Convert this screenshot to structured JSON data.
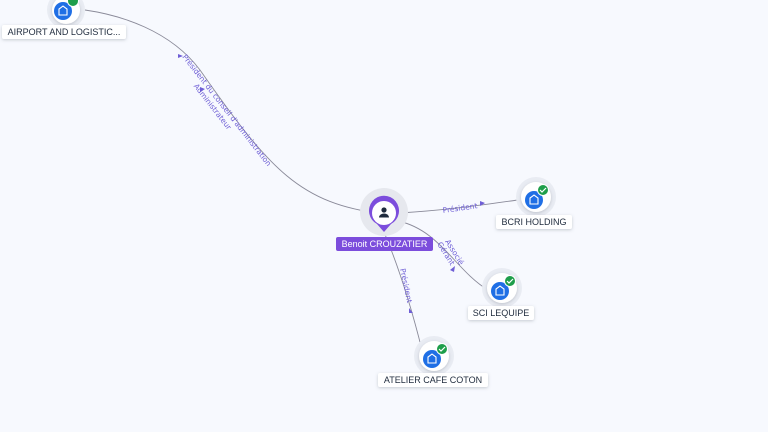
{
  "colors": {
    "person_accent": "#7c4ddc",
    "company_icon": "#1f6fe5",
    "verified_badge": "#1e9e4a",
    "relation_label": "#6f5fd6",
    "edge": "#8a8a99"
  },
  "person": {
    "name": "Benoit CROUZATIER",
    "icon": "person-icon"
  },
  "companies": [
    {
      "id": "airport",
      "name": "AIRPORT AND LOGISTIC...",
      "icon": "building-icon",
      "verified": true
    },
    {
      "id": "bcri",
      "name": "BCRI HOLDING",
      "icon": "building-icon",
      "verified": true
    },
    {
      "id": "sci",
      "name": "SCI LEQUIPE",
      "icon": "building-icon",
      "verified": true
    },
    {
      "id": "atelier",
      "name": "ATELIER CAFE COTON",
      "icon": "building-icon",
      "verified": true
    }
  ],
  "relations": [
    {
      "to": "airport",
      "labels": [
        "Président du conseil d'administration",
        "Administrateur"
      ]
    },
    {
      "to": "bcri",
      "labels": [
        "Président"
      ]
    },
    {
      "to": "sci",
      "labels": [
        "Gérant",
        "Associé"
      ]
    },
    {
      "to": "atelier",
      "labels": [
        "Président"
      ]
    }
  ]
}
